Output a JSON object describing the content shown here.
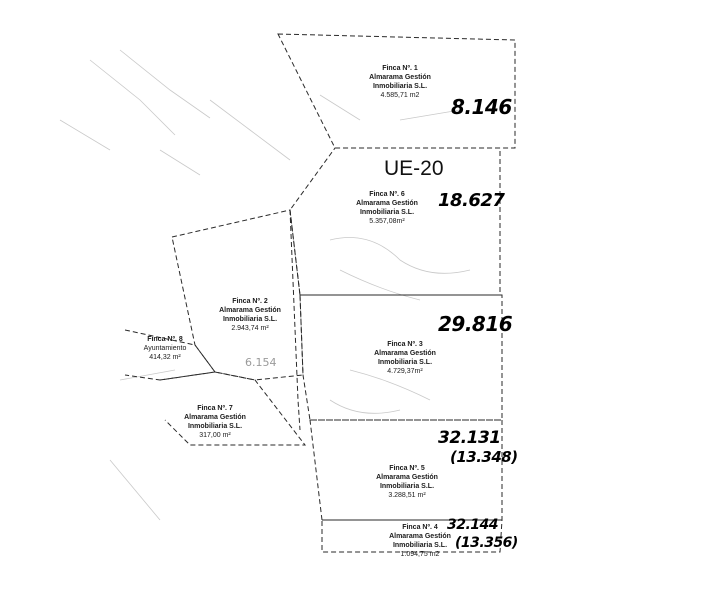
{
  "plan_title": "UE-20",
  "fincas": [
    {
      "id": "finca-1",
      "name": "Finca Nº. 1",
      "owner1": "Almarama Gestión",
      "owner2": "Inmobiliaria S.L.",
      "area": "4.585,71 m2"
    },
    {
      "id": "finca-6",
      "name": "Finca Nº. 6",
      "owner1": "Almarama Gestión",
      "owner2": "Inmobiliaria S.L.",
      "area": "5.357,08m²"
    },
    {
      "id": "finca-2",
      "name": "Finca Nº. 2",
      "owner1": "Almarama Gestión",
      "owner2": "Inmobiliaria S.L.",
      "area": "2.943,74 m²"
    },
    {
      "id": "finca-3",
      "name": "Finca Nº. 3",
      "owner1": "Almarama Gestión",
      "owner2": "Inmobiliaria S.L.",
      "area": "4.729,37m²"
    },
    {
      "id": "finca-8",
      "name": "Finca Nº. 8",
      "owner1": "Ayuntamiento",
      "owner2": "",
      "area": "414,32 m²"
    },
    {
      "id": "finca-7",
      "name": "Finca Nº. 7",
      "owner1": "Almarama Gestión",
      "owner2": "Inmobiliaria S.L.",
      "area": "317,00 m²"
    },
    {
      "id": "finca-5",
      "name": "Finca Nº. 5",
      "owner1": "Almarama Gestión",
      "owner2": "Inmobiliaria S.L.",
      "area": "3.288,51 m²"
    },
    {
      "id": "finca-4",
      "name": "Finca Nº. 4",
      "owner1": "Almarama Gestión",
      "owner2": "Inmobiliaria S.L.",
      "area": "1.094,75 m2"
    }
  ],
  "handwritten": {
    "n1": "8.146",
    "n2": "18.627",
    "n3": "29.816",
    "n4": "32.131",
    "n5": "(13.348)",
    "n6": "32.144",
    "n7": "(13.356)",
    "n8": "6.154"
  },
  "colors": {
    "line": "#2a2a2a",
    "faint": "#b8b8b8"
  }
}
